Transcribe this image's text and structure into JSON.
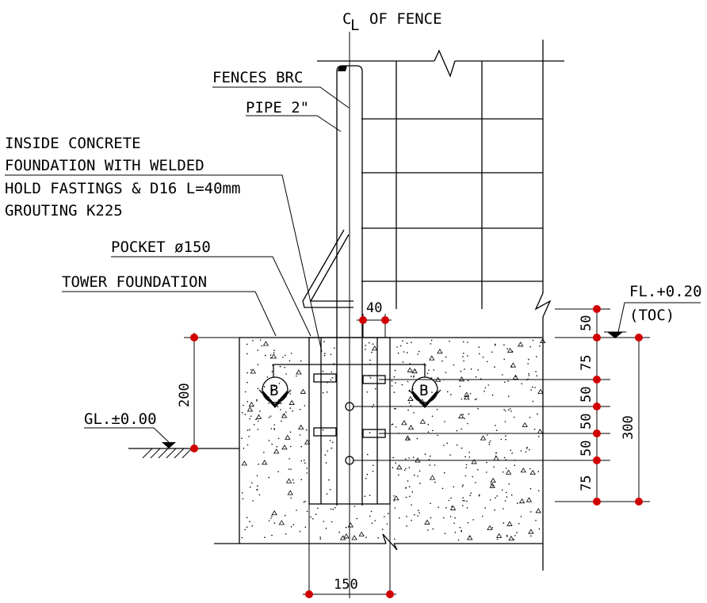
{
  "title": "C",
  "title_suffix": "OF FENCE",
  "title_sub": "L",
  "labels": {
    "fences_brc": "FENCES BRC",
    "pipe": "PIPE 2\"",
    "inside_l1": "INSIDE CONCRETE",
    "inside_l2": "FOUNDATION WITH WELDED",
    "inside_l3": "HOLD FASTINGS & D16 L=40mm",
    "inside_l4": "GROUTING K225",
    "pocket": "POCKET ø150",
    "tower": "TOWER FOUNDATION",
    "gl": "GL.±0.00",
    "fl": "FL.+0.20",
    "toc": "(TOC)",
    "section_left": "B",
    "section_right": "B"
  },
  "dimensions": {
    "top_gap": "40",
    "pocket_width": "150",
    "left_height": "200",
    "right_total": "300",
    "right_segments": [
      "50",
      "75",
      "50",
      "50",
      "50",
      "75"
    ]
  },
  "colors": {
    "line": "#000000",
    "dim_dot": "#d10000"
  }
}
